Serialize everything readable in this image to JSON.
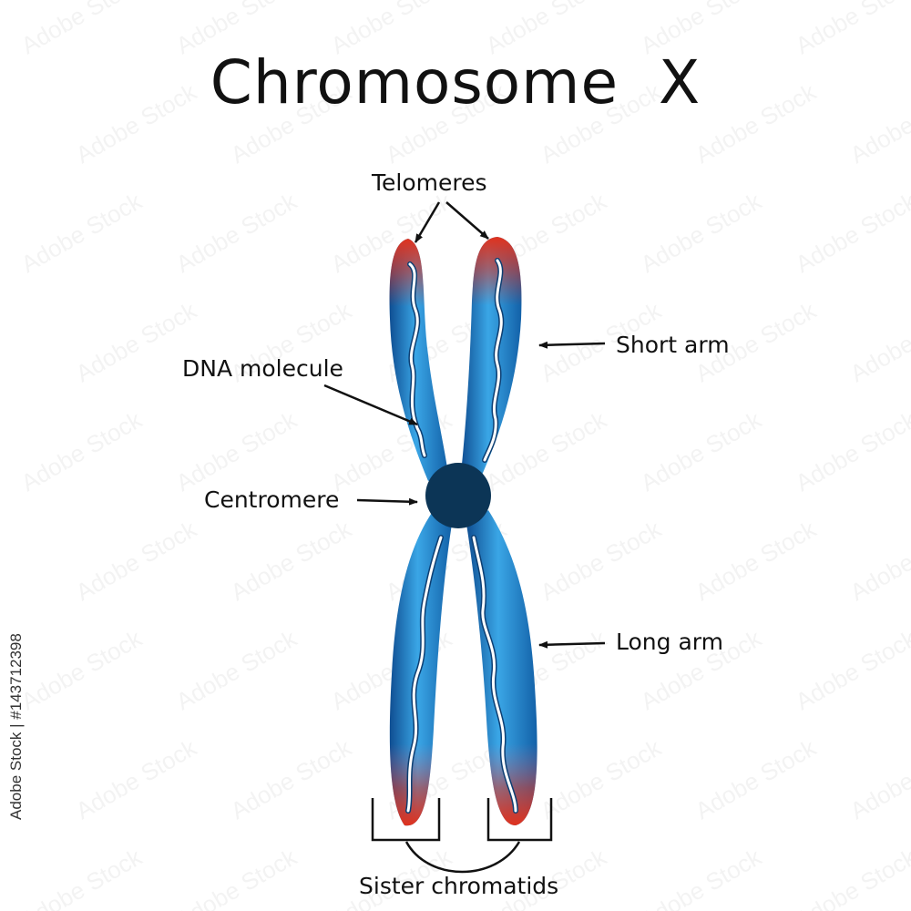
{
  "title": "Chromosome  X",
  "labels": {
    "telomeres": "Telomeres",
    "short_arm": "Short arm",
    "dna_molecule": "DNA molecule",
    "centromere": "Centromere",
    "long_arm": "Long arm",
    "sister_chromatids": "Sister chromatids"
  },
  "stock": {
    "side_text": "Adobe Stock | #143712398",
    "watermark_tile": "Adobe Stock"
  },
  "colors": {
    "chromatid_blue": "#1e78c8",
    "chromatid_light": "#3aa6e6",
    "chromatid_dark": "#0f4e92",
    "telomere_red": "#e0321e",
    "centromere": "#0c3556",
    "dna_strand": "#ffffff",
    "arrow": "#111111"
  }
}
